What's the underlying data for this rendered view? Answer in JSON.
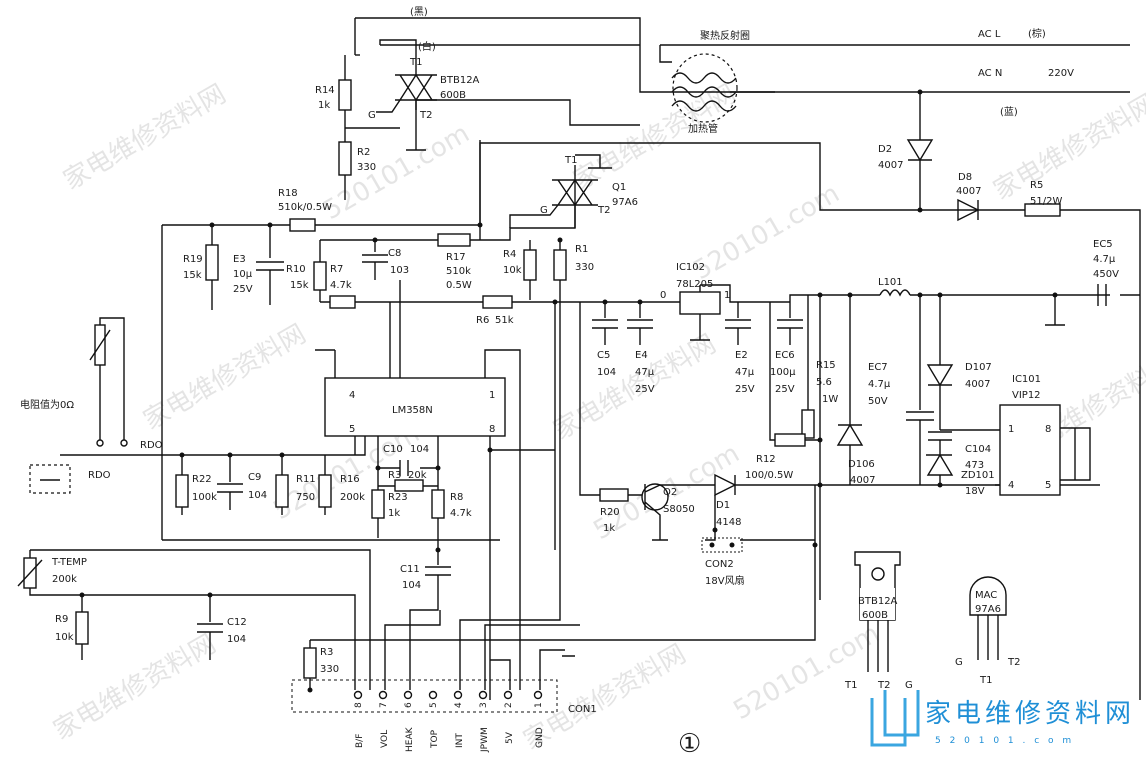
{
  "wires": {
    "black": "(黑)",
    "white": "(白)",
    "reflector": "聚热反射圈",
    "acl": "AC L",
    "acl_color": "(棕)",
    "acn": "AC N",
    "v220": "220V",
    "blue": "(蓝)",
    "heater": "加热管"
  },
  "triac1": {
    "name": "T1",
    "part": "BTB12A",
    "rating": "600B",
    "g": "G",
    "t2": "T2"
  },
  "triac2": {
    "name": "T1",
    "q": "Q1",
    "part": "97A6",
    "g": "G",
    "t2": "T2"
  },
  "parts": {
    "r14": "R14",
    "r14v": "1k",
    "r2": "R2",
    "r2v": "330",
    "r18": "R18",
    "r18v": "510k/0.5W",
    "r19": "R19",
    "r19v": "15k",
    "e3": "E3",
    "e3v": "10μ",
    "e3vv": "25V",
    "c8": "C8",
    "c8v": "103",
    "r17": "R17",
    "r17v": "510k",
    "r17w": "0.5W",
    "r10": "R10",
    "r10v": "15k",
    "r7": "R7",
    "r7v": "4.7k",
    "r4": "R4",
    "r4v": "10k",
    "r1": "R1",
    "r1v": "330",
    "r6": "R6",
    "r6v": "51k",
    "ic102": "IC102",
    "ic102p": "78L205",
    "ic102i": "0",
    "ic102o": "1",
    "c5": "C5",
    "c5v": "104",
    "e4": "E4",
    "e4v": "47μ",
    "e4vv": "25V",
    "e2": "E2",
    "e2v": "47μ",
    "e2vv": "25V",
    "ec6": "EC6",
    "ec6v": "100μ",
    "ec6vv": "25V",
    "r15": "R15",
    "r15v": "5.6",
    "r15w": "1W",
    "r12": "R12",
    "r12v": "100/0.5W",
    "d106": "D106",
    "d106v": "4007",
    "l101": "L101",
    "ec7": "EC7",
    "ec7v": "4.7μ",
    "ec7vv": "50V",
    "d107": "D107",
    "d107v": "4007",
    "c104": "C104",
    "c104v": "473",
    "zd101": "ZD101",
    "zd101v": "18V",
    "ic101": "IC101",
    "ic101p": "VIP12",
    "d2": "D2",
    "d2v": "4007",
    "d8": "D8",
    "d8v": "4007",
    "r5": "R5",
    "r5v": "51/2W",
    "ec5": "EC5",
    "ec5v": "4.7μ",
    "ec5vv": "450V",
    "lm358": "LM358N",
    "c10": "C10",
    "c10v": "104",
    "r3b": "R3",
    "r3bv": "20k",
    "r23": "R23",
    "r23v": "1k",
    "r8": "R8",
    "r8v": "4.7k",
    "r22": "R22",
    "r22v": "100k",
    "c9": "C9",
    "c9v": "104",
    "r11": "R11",
    "r11v": "750",
    "r16": "R16",
    "r16v": "200k",
    "c11": "C11",
    "c11v": "104",
    "r20": "R20",
    "r20v": "1k",
    "q2": "Q2",
    "q2v": "S8050",
    "d1": "D1",
    "d1v": "4148",
    "con2": "CON2",
    "fan": "18V风扇",
    "ttemp": "T-TEMP",
    "ttempv": "200k",
    "r9": "R9",
    "r9v": "10k",
    "c12": "C12",
    "c12v": "104",
    "r3": "R3",
    "r3v": "330",
    "rdo": "RDO",
    "rdo_note": "电阻值为0Ω",
    "con1": "CON1"
  },
  "pins": {
    "ic_4": "4",
    "ic_1": "1",
    "ic_5": "5",
    "ic_8": "8",
    "vip_1": "1",
    "vip_8": "8",
    "vip_4": "4",
    "vip_5": "5"
  },
  "connector": {
    "numbers": [
      "8",
      "7",
      "6",
      "5",
      "4",
      "3",
      "2",
      "1"
    ],
    "labels": [
      "B/F",
      "VOL",
      "HEAK",
      "TOP",
      "INT",
      "JPWM",
      "5V",
      "GND"
    ]
  },
  "packages": {
    "btb_l1": "BTB12A",
    "btb_l2": "600B",
    "btb_t1": "T1",
    "btb_t2": "T2",
    "btb_g": "G",
    "mac_l1": "MAC",
    "mac_l2": "97A6",
    "mac_g": "G",
    "mac_t2": "T2",
    "mac_t1": "T1"
  },
  "figure_number": "①",
  "logo": {
    "text": "家电维修资料网",
    "url": "5 2 0 1 0 1 . c o m"
  },
  "watermarks": [
    "家电维修资料网",
    "520101.com"
  ]
}
